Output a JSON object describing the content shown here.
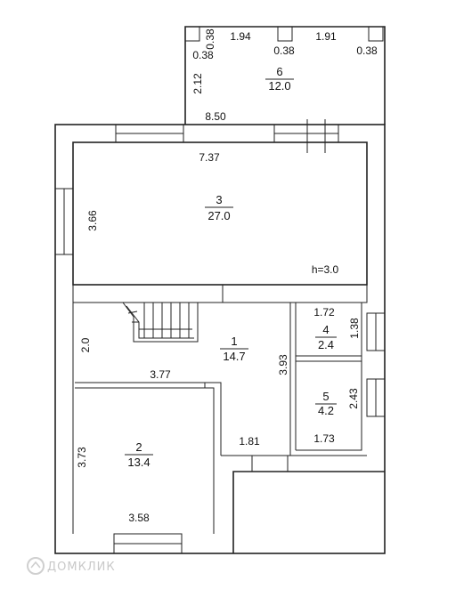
{
  "plan": {
    "rooms": [
      {
        "number": "1",
        "area": "14.7"
      },
      {
        "number": "2",
        "area": "13.4"
      },
      {
        "number": "3",
        "area": "27.0"
      },
      {
        "number": "4",
        "area": "2.4"
      },
      {
        "number": "5",
        "area": "4.2"
      },
      {
        "number": "6",
        "area": "12.0"
      }
    ],
    "dimensions": {
      "d_194": "1.94",
      "d_191": "1.91",
      "d_038a": "0.38",
      "d_038b": "0.38",
      "d_038c": "0.38",
      "d_038d": "0.38",
      "d_212": "2.12",
      "d_850": "8.50",
      "d_737": "7.37",
      "d_366": "3.66",
      "d_h": "h=3.0",
      "d_172": "1.72",
      "d_138": "1.38",
      "d_20": "2.0",
      "d_393": "3.93",
      "d_377": "3.77",
      "d_243": "2.43",
      "d_373": "3.73",
      "d_181": "1.81",
      "d_173": "1.73",
      "d_358": "3.58"
    },
    "watermark": "ДОМКЛИК"
  }
}
